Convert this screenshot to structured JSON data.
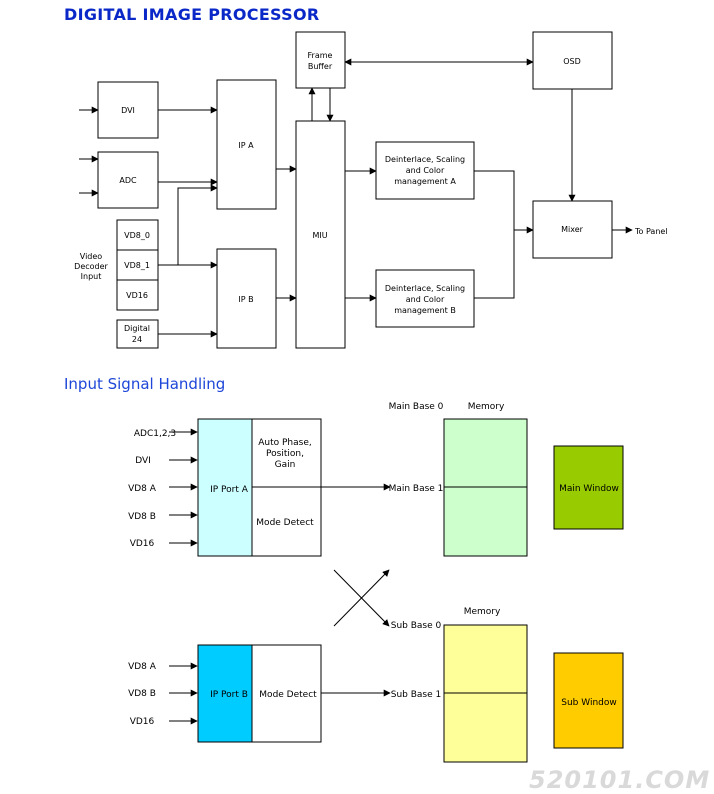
{
  "titles": {
    "main": "DIGITAL IMAGE PROCESSOR",
    "section2": "Input Signal Handling"
  },
  "top_diagram": {
    "dvi": "DVI",
    "adc": "ADC",
    "vd8_0": "VD8_0",
    "vd8_1": "VD8_1",
    "vd16": "VD16",
    "digital24": [
      "Digital",
      "24"
    ],
    "video_decoder_input": [
      "Video",
      "Decoder",
      "Input"
    ],
    "ip_a": "IP A",
    "ip_b": "IP B",
    "frame_buffer": [
      "Frame",
      "Buffer"
    ],
    "miu": "MIU",
    "deint_a": [
      "Deinterlace, Scaling",
      "and Color",
      "management A"
    ],
    "deint_b": [
      "Deinterlace, Scaling",
      "and Color",
      "management B"
    ],
    "osd": "OSD",
    "mixer": "Mixer",
    "to_panel": "To Panel"
  },
  "bottom_diagram": {
    "inputs_a": [
      "ADC1,2,3",
      "DVI",
      "VD8 A",
      "VD8 B",
      "VD16"
    ],
    "inputs_b": [
      "VD8 A",
      "VD8 B",
      "VD16"
    ],
    "ip_port_a": "IP Port A",
    "ip_port_b": "IP Port B",
    "auto_phase": [
      "Auto Phase,",
      "Position,",
      "Gain"
    ],
    "mode_detect_a": "Mode Detect",
    "mode_detect_b": "Mode Detect",
    "main_base_0": "Main Base 0",
    "main_base_1": "Main Base 1",
    "sub_base_0": "Sub Base 0",
    "sub_base_1": "Sub Base 1",
    "memory_main": "Memory",
    "memory_sub": "Memory",
    "main_window": "Main Window",
    "sub_window": "Sub Window"
  },
  "colors": {
    "title": "#0a28c8",
    "ip_port_a_fill": "#ccffff",
    "ip_port_b_fill": "#00ccff",
    "memory_main_fill": "#ccffcc",
    "memory_sub_fill": "#ffff99",
    "main_window_fill": "#99cc00",
    "sub_window_fill": "#ffcc00"
  },
  "watermark": "520101.COM"
}
